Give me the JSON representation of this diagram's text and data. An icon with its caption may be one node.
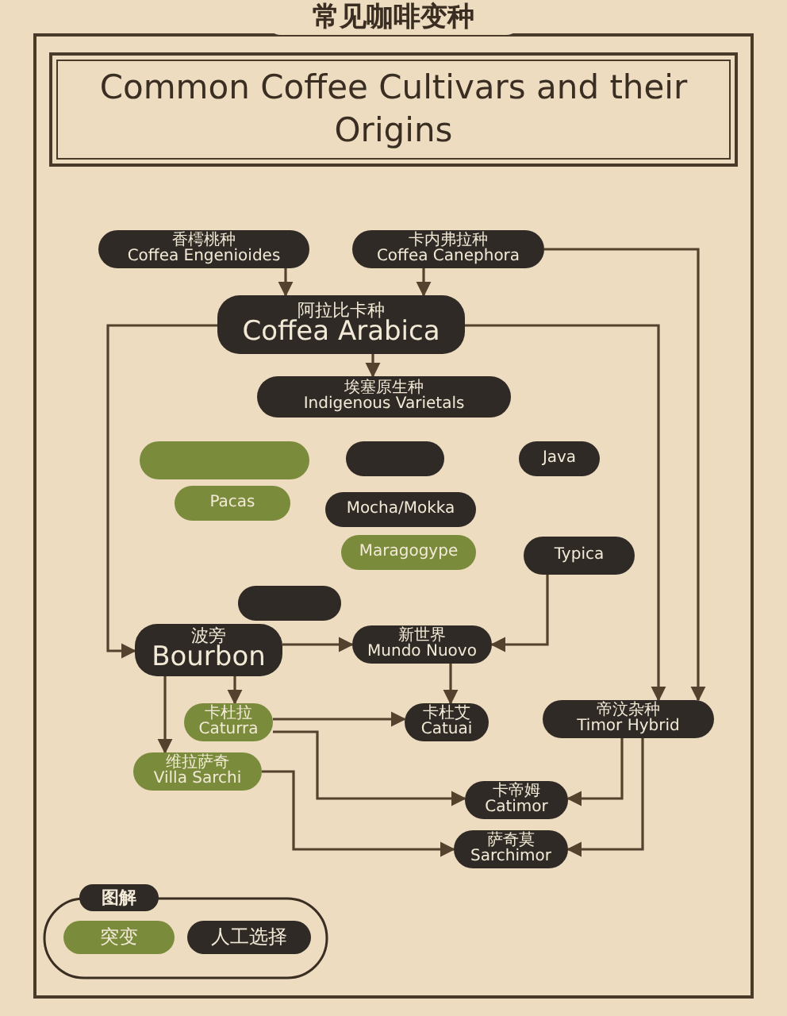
{
  "diagram": {
    "title": "Common Coffee Cultivars and their Origins",
    "nodes": [
      {
        "text": [
          "香樗桃种",
          "Coffea Engenioides"
        ]
      },
      {
        "text": [
          "卡内弗拉种",
          "Coffea Canephora"
        ]
      },
      {
        "text": [
          "阿拉比卡种",
          "Coffea Arabica"
        ]
      },
      {
        "text": [
          "埃塞原生种",
          "Indigenous Varietals"
        ]
      },
      {
        "text": [],
        "shape": "box"
      },
      {
        "text": [],
        "shape": "box"
      },
      {
        "text": [
          "Java"
        ]
      },
      {
        "text": [
          "Pacas"
        ]
      },
      {
        "text": [
          "Mocha/Mokka"
        ]
      },
      {
        "text": [
          "Maragogype"
        ]
      },
      {
        "text": [
          "Typica"
        ]
      },
      {
        "text": [],
        "shape": "box"
      },
      {
        "text": [
          "波旁",
          "Bourbon"
        ]
      },
      {
        "text": [
          "新世界",
          "Mundo Nuovo"
        ]
      },
      {
        "text": [
          "卡杜拉",
          "Caturra"
        ]
      },
      {
        "text": [
          "卡杜艾",
          "Catuai"
        ]
      },
      {
        "text": [
          "帝汶杂种",
          "Timor Hybrid"
        ]
      },
      {
        "text": [
          "维拉萨奇",
          "Villa Sarchi"
        ]
      },
      {
        "text": [
          "卡帝姆",
          "Catimor"
        ]
      },
      {
        "text": [
          "萨奇莫",
          "Sarchimor"
        ]
      }
    ],
    "edges": [
      {
        "from": 0,
        "to": 2,
        "arrow": "to"
      },
      {
        "from": 1,
        "to": 2,
        "arrow": "to"
      },
      {
        "from": 1,
        "to": 16,
        "arrow": "to"
      },
      {
        "from": 2,
        "to": 3,
        "arrow": "to"
      },
      {
        "from": 2,
        "to": 12,
        "arrow": "to"
      },
      {
        "from": 2,
        "to": 16,
        "arrow": "to"
      },
      {
        "from": 10,
        "to": 13,
        "arrow": "to"
      },
      {
        "from": 12,
        "to": 13,
        "arrow": "to"
      },
      {
        "from": 12,
        "to": 14,
        "arrow": "to"
      },
      {
        "from": 12,
        "to": 17,
        "arrow": "to"
      },
      {
        "from": 13,
        "to": 15,
        "arrow": "to"
      },
      {
        "from": 14,
        "to": 15,
        "arrow": "to"
      },
      {
        "from": 14,
        "to": 18,
        "arrow": "to"
      },
      {
        "from": 16,
        "to": 18,
        "arrow": "to"
      },
      {
        "from": 17,
        "to": 19,
        "arrow": "to"
      },
      {
        "from": 16,
        "to": 19,
        "arrow": "to"
      }
    ],
    "labels": [
      "常见咖啡变种",
      "图解"
    ],
    "legend": [
      {
        "text": "突变",
        "color": "#7b8b3c"
      },
      {
        "text": "人工选择",
        "color": "#2f2a25"
      }
    ]
  }
}
